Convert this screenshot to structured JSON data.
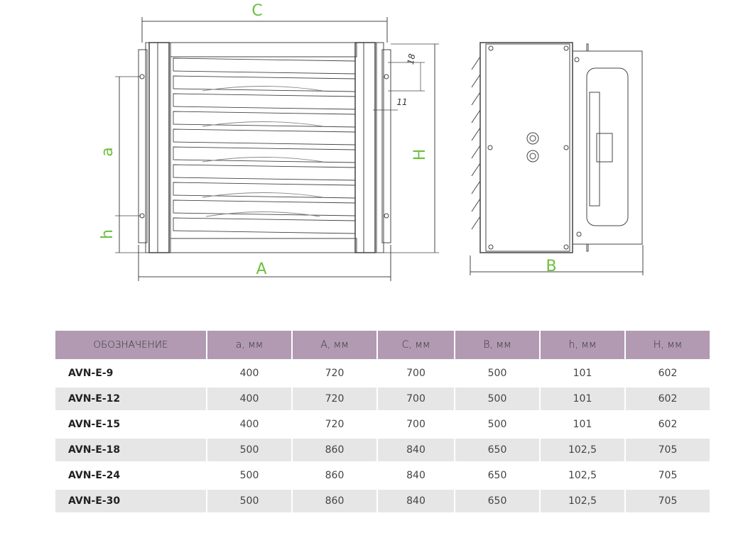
{
  "dimensions": {
    "C": "C",
    "A": "A",
    "B": "B",
    "H": "H",
    "a": "a",
    "h": "h",
    "d18": "18",
    "d11": "11"
  },
  "table": {
    "headers": [
      "ОБОЗНАЧЕНИЕ",
      "a, мм",
      "A, мм",
      "C, мм",
      "B, мм",
      "h, мм",
      "H, мм"
    ],
    "rows": [
      [
        "AVN-E-9",
        "400",
        "720",
        "700",
        "500",
        "101",
        "602"
      ],
      [
        "AVN-E-12",
        "400",
        "720",
        "700",
        "500",
        "101",
        "602"
      ],
      [
        "AVN-E-15",
        "400",
        "720",
        "700",
        "500",
        "101",
        "602"
      ],
      [
        "AVN-E-18",
        "500",
        "860",
        "840",
        "650",
        "102,5",
        "705"
      ],
      [
        "AVN-E-24",
        "500",
        "860",
        "840",
        "650",
        "102,5",
        "705"
      ],
      [
        "AVN-E-30",
        "500",
        "860",
        "840",
        "650",
        "102,5",
        "705"
      ]
    ]
  },
  "colors": {
    "header_bg": "#b19ab2",
    "dimension_label": "#6cbf3e",
    "row_shade": "#e6e6e6"
  }
}
